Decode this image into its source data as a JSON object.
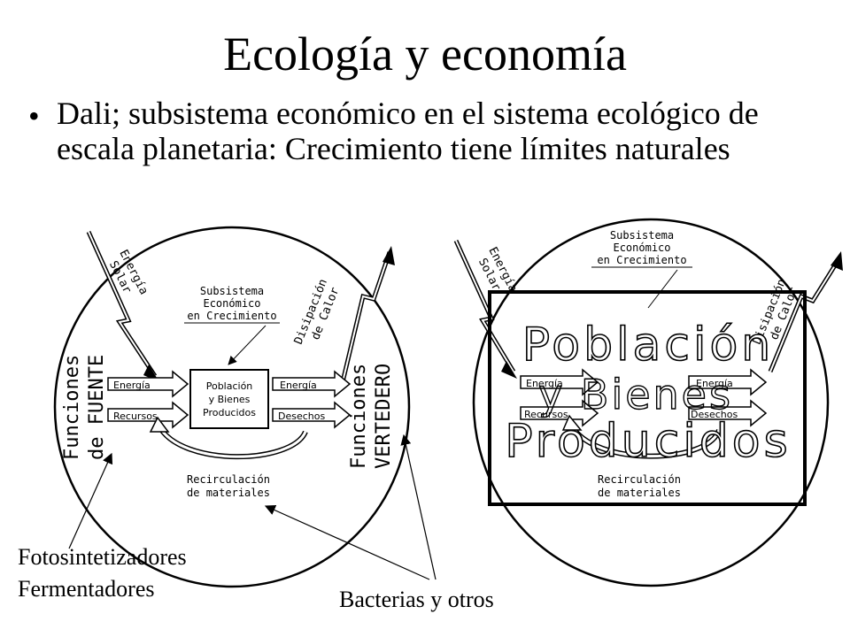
{
  "slide": {
    "title": "Ecología y economía",
    "bullet": "Dali; subsistema económico en el sistema ecológico de escala planetaria: Crecimiento tiene límites naturales"
  },
  "diagram": {
    "energia_solar_1": "Energía",
    "energia_solar_2": "Solar",
    "disipacion_1": "Disipación",
    "disipacion_2": "de Calor",
    "subsistema_1": "Subsistema",
    "subsistema_2": "Económico",
    "subsistema_3": "en Crecimiento",
    "funciones_fuente_1": "Funciones",
    "funciones_fuente_2": "de FUENTE",
    "funciones_vertedero_1": "Funciones",
    "funciones_vertedero_2": "VERTEDERO",
    "energia_in": "Energía",
    "recursos": "Recursos",
    "energia_out": "Energía",
    "desechos": "Desechos",
    "box_1": "Población",
    "box_2": "y Bienes",
    "box_3": "Producidos",
    "recirculacion_1": "Recirculación",
    "recirculacion_2": "de materiales",
    "big_1": "Población",
    "big_2": "y Bienes",
    "big_3": "Producidos"
  },
  "notes": {
    "foto": "Fotosintetizadores",
    "ferm": "Fermentadores",
    "bact": "Bacterias y otros"
  }
}
